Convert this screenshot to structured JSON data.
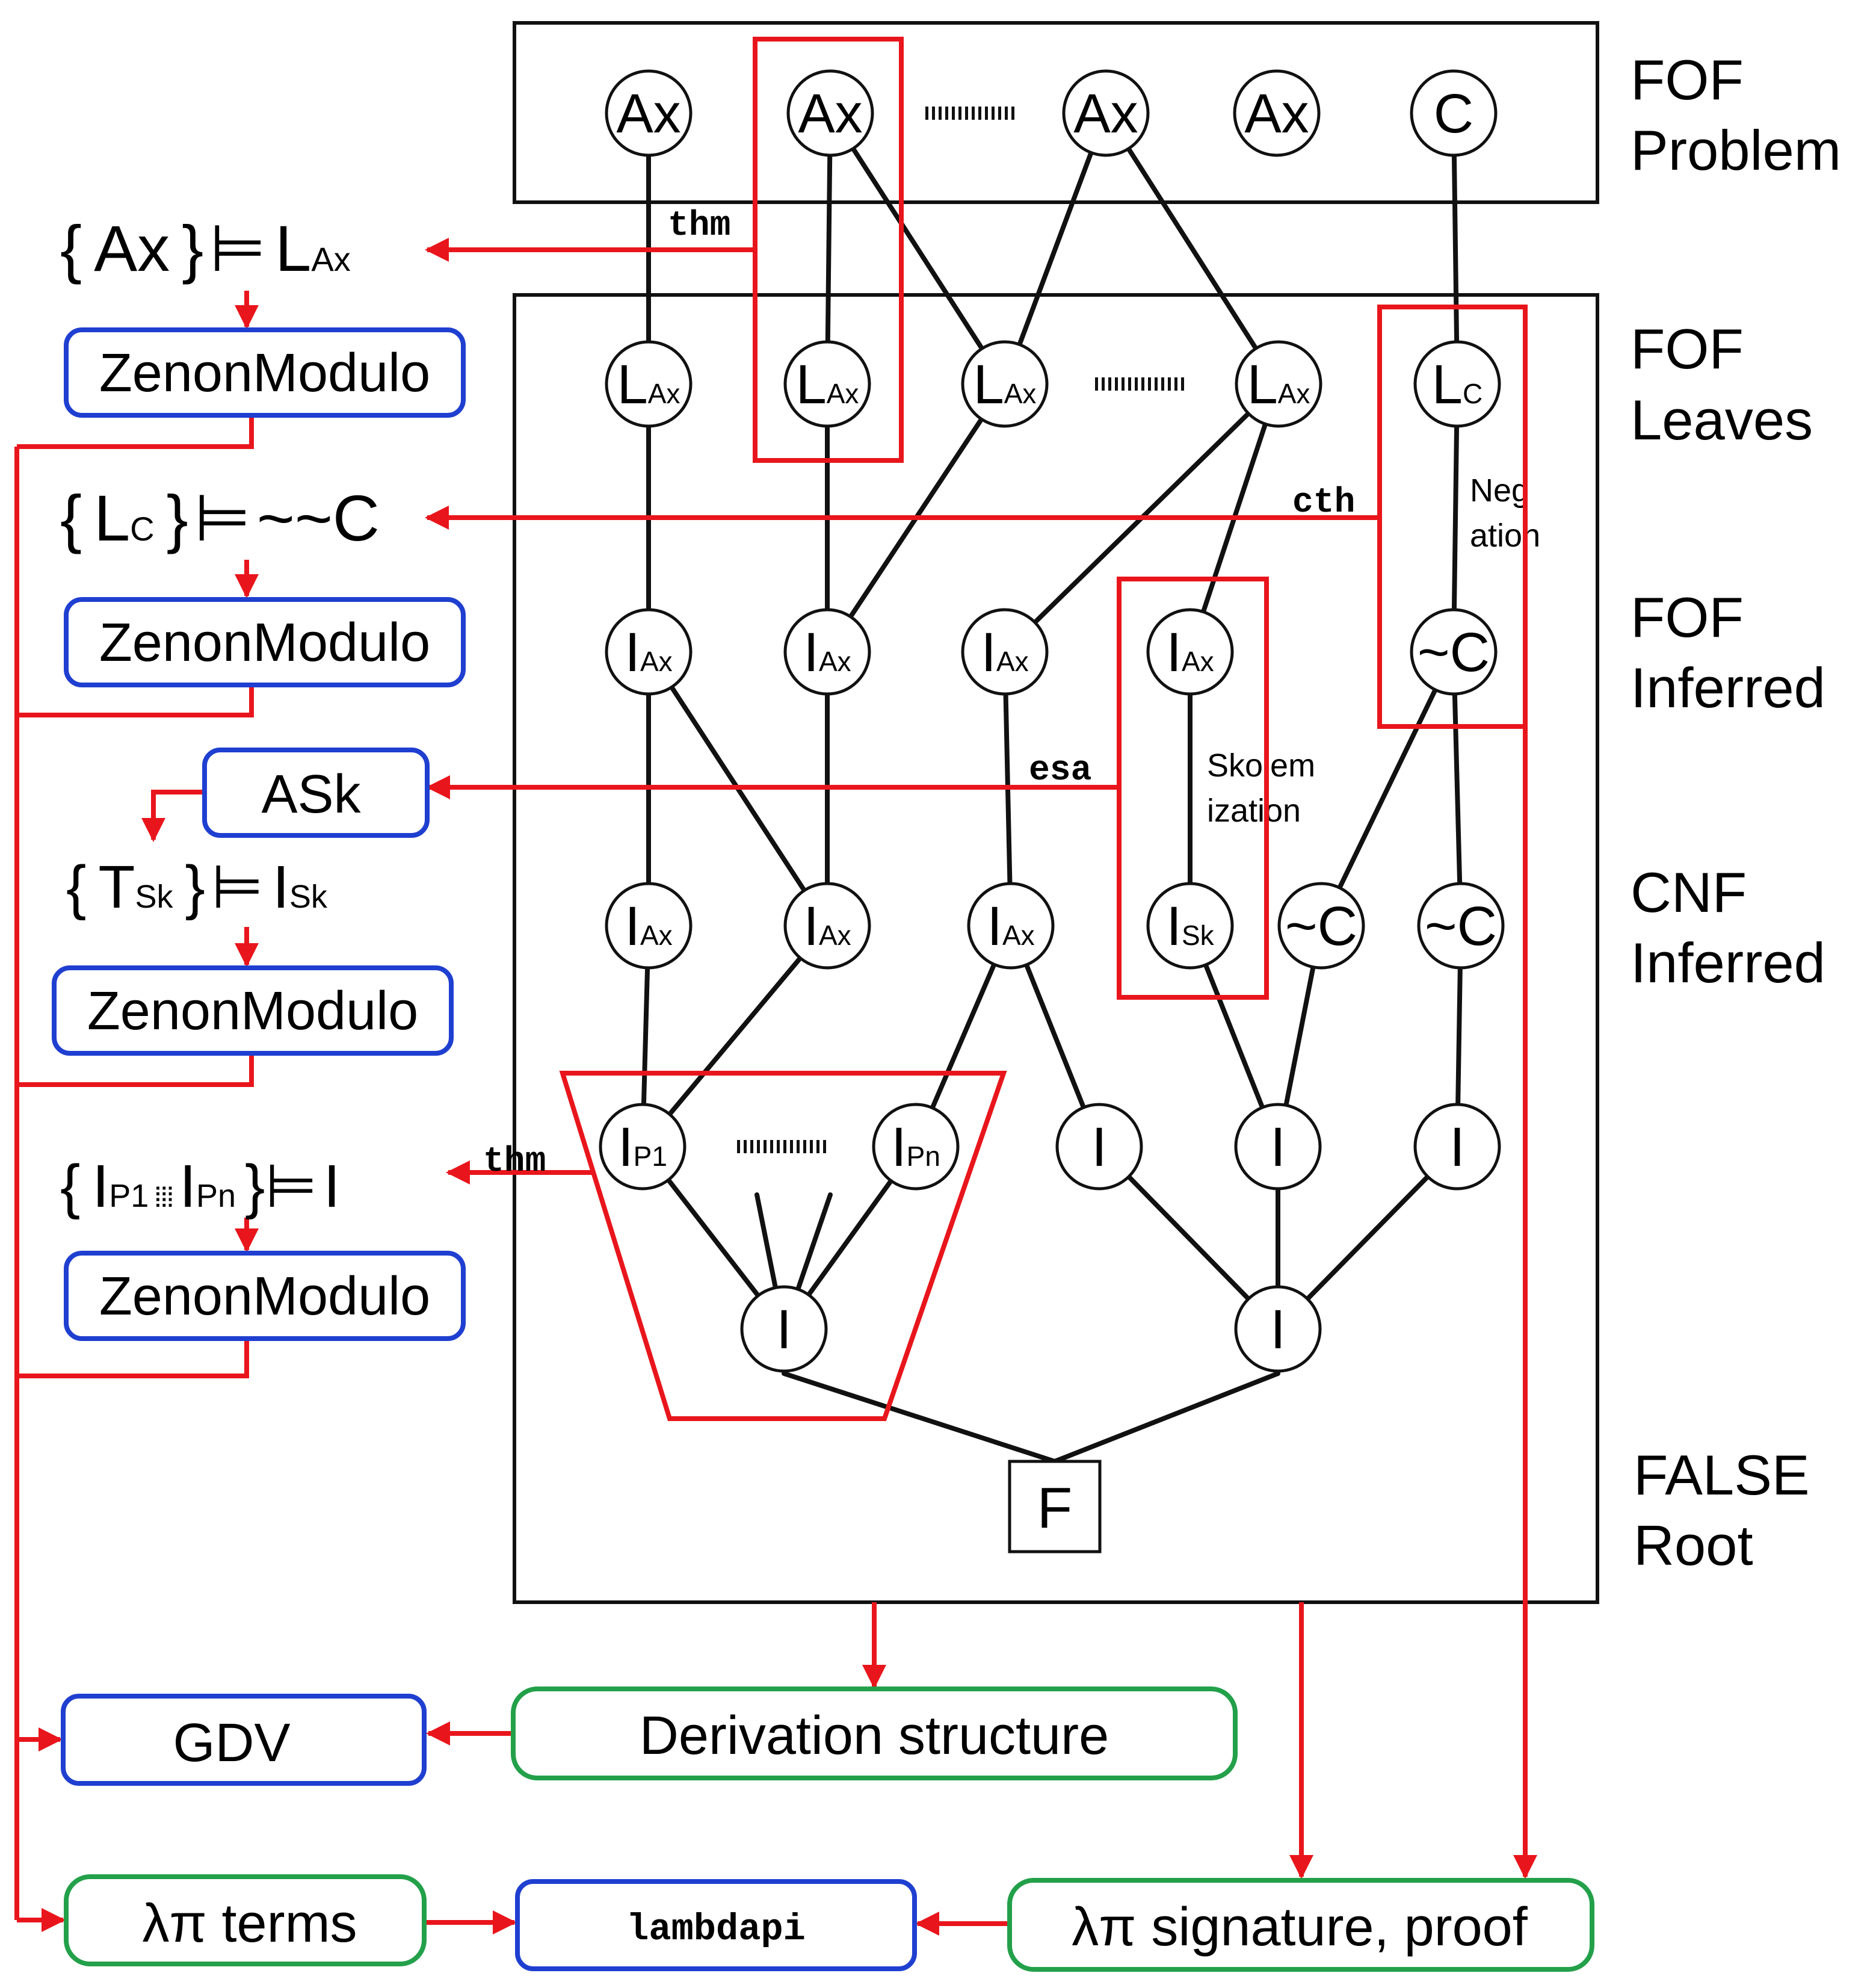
{
  "colors": {
    "red": "#e8161c",
    "blue": "#1f3fd0",
    "green": "#23a04a",
    "black": "#111111"
  },
  "layers": [
    {
      "id": "fof-problem",
      "line1": "FOF",
      "line2": "Problem"
    },
    {
      "id": "fof-leaves",
      "line1": "FOF",
      "line2": "Leaves"
    },
    {
      "id": "fof-inferred",
      "line1": "FOF",
      "line2": "Inferred"
    },
    {
      "id": "cnf-inferred",
      "line1": "CNF",
      "line2": "Inferred"
    },
    {
      "id": "false-root",
      "line1": "FALSE",
      "line2": "Root"
    }
  ],
  "nodes": {
    "problem": [
      {
        "main": "Ax",
        "sub": ""
      },
      {
        "main": "Ax",
        "sub": ""
      },
      {
        "main": "Ax",
        "sub": ""
      },
      {
        "main": "Ax",
        "sub": ""
      },
      {
        "main": "C",
        "sub": ""
      }
    ],
    "leaves": [
      {
        "main": "L",
        "sub": "Ax"
      },
      {
        "main": "L",
        "sub": "Ax"
      },
      {
        "main": "L",
        "sub": "Ax"
      },
      {
        "main": "L",
        "sub": "Ax"
      },
      {
        "main": "L",
        "sub": "C"
      }
    ],
    "fof_inferred": [
      {
        "main": "I",
        "sub": "Ax"
      },
      {
        "main": "I",
        "sub": "Ax"
      },
      {
        "main": "I",
        "sub": "Ax"
      },
      {
        "main": "I",
        "sub": "Ax"
      },
      {
        "main": "~C",
        "sub": ""
      }
    ],
    "cnf_inferred": [
      {
        "main": "I",
        "sub": "Ax"
      },
      {
        "main": "I",
        "sub": "Ax"
      },
      {
        "main": "I",
        "sub": "Ax"
      },
      {
        "main": "I",
        "sub": "Sk"
      },
      {
        "main": "~C",
        "sub": ""
      },
      {
        "main": "~C",
        "sub": ""
      }
    ],
    "row5": [
      {
        "main": "I",
        "sub": "P1"
      },
      {
        "main": "I",
        "sub": "Pn"
      },
      {
        "main": "I",
        "sub": ""
      },
      {
        "main": "I",
        "sub": ""
      },
      {
        "main": "I",
        "sub": ""
      }
    ],
    "row6": [
      {
        "main": "I",
        "sub": ""
      },
      {
        "main": "I",
        "sub": ""
      }
    ],
    "root": {
      "main": "F"
    }
  },
  "step_labels": {
    "negation_1": "Neg",
    "negation_2": "ation",
    "skolem_1": "Skolem",
    "skolem_2": "ization"
  },
  "edge_labels": {
    "thm_1": "thm",
    "cth": "cth",
    "esa": "esa",
    "thm_2": "thm"
  },
  "formulas": {
    "f1": {
      "lb": "{",
      "a": "Ax",
      "a_sub": "",
      "rb": "}",
      "ent": "⊨",
      "b": "L",
      "b_sub": "Ax"
    },
    "f2": {
      "lb": "{",
      "a": "L",
      "a_sub": "C",
      "rb": "}",
      "ent": "⊨",
      "b": "~~C",
      "b_sub": ""
    },
    "f3": {
      "lb": "{",
      "a": "T",
      "a_sub": "Sk",
      "rb": "}",
      "ent": "⊨",
      "b": "I",
      "b_sub": "Sk"
    },
    "f4": {
      "lb": "{",
      "a1": "I",
      "a1_sub": "P1",
      "mid": "⦙⦙⦙",
      "a2": "I",
      "a2_sub": "Pn",
      "rb": "}",
      "ent": "⊨",
      "b": "I"
    }
  },
  "tools": {
    "zenon_1": "ZenonModulo",
    "zenon_2": "ZenonModulo",
    "ask": "ASk",
    "zenon_3": "ZenonModulo",
    "zenon_4": "ZenonModulo",
    "gdv": "GDV",
    "derivation": "Derivation structure",
    "lp_terms": "λπ terms",
    "lambdapi": "lambdapi",
    "lp_sig": "λπ signature, proof"
  }
}
